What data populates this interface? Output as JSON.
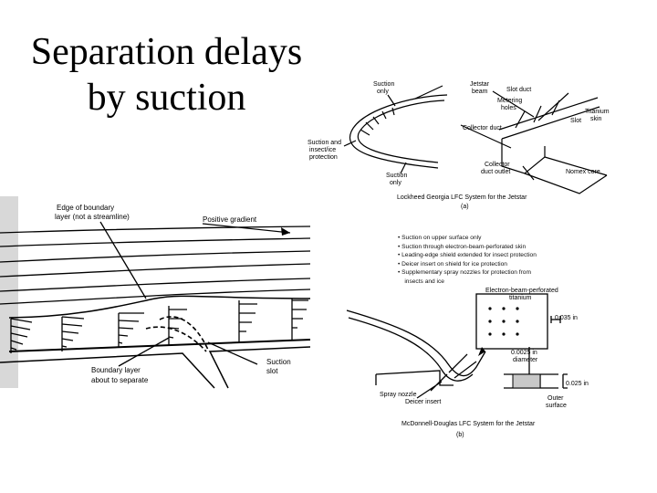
{
  "title": {
    "line1": "Separation delays",
    "line2": "by suction"
  },
  "suction_figure": {
    "edge_label_1": "Edge of boundary",
    "edge_label_2": "layer (not a streamline)",
    "gradient_label": "Positive gradient",
    "bl_label_1": "Boundary layer",
    "bl_label_2": "about to separate",
    "slot_label_1": "Suction",
    "slot_label_2": "slot"
  },
  "lockheed_figure": {
    "suction_only_top_1": "Suction",
    "suction_only_top_2": "only",
    "jetstar_beam_1": "Jetstar",
    "jetstar_beam_2": "beam",
    "slot_duct": "Slot duct",
    "metering_1": "Metering",
    "metering_2": "holes",
    "slot": "Slot",
    "titanium_1": "Titanium",
    "titanium_2": "skin",
    "collector_duct": "Collector duct",
    "suction_insect_1": "Suction and",
    "suction_insect_2": "insect/ice",
    "suction_insect_3": "protection",
    "suction_only_bottom_1": "Suction",
    "suction_only_bottom_2": "only",
    "collector_outlet_1": "Collector",
    "collector_outlet_2": "duct outlet",
    "nomex_core": "Nomex core",
    "caption": "Lockheed Georgia LFC System for the Jetstar",
    "panel": "(a)"
  },
  "bullets": [
    "Suction on upper surface only",
    "Suction through electron-beam-perforated skin",
    "Leading-edge shield extended for insect protection",
    "Deicer insert on shield for ice protection",
    "Supplementary spray nozzles for protection from",
    "  insects and ice"
  ],
  "mcdonnell_figure": {
    "ebp_1": "Electron-beam-perforated",
    "ebp_2": "titanium",
    "spacing": "0.035 in",
    "hole_1": "0.0025 in",
    "hole_2": "diameter",
    "thickness": "0.025 in",
    "outer_1": "Outer",
    "outer_2": "surface",
    "spray": "Spray nozzle",
    "deicer": "Deicer insert",
    "caption": "McDonnell-Douglas LFC System for the Jetstar",
    "panel": "(b)"
  }
}
